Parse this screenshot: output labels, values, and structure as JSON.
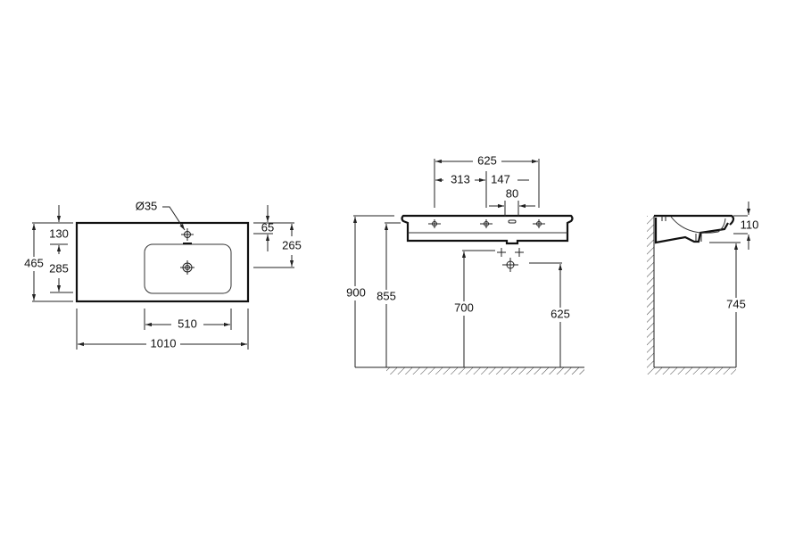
{
  "drawing": {
    "top_view": {
      "tap_hole": "Ø35",
      "dim_tap_from_back": "130",
      "dim_basin_depth": "285",
      "dim_total_depth": "465",
      "dim_tap_offset": "65",
      "dim_drain_offset": "265",
      "dim_basin_width": "510",
      "dim_total_width": "1010"
    },
    "front_view": {
      "dim_tap_span": "625",
      "dim_left_tap": "313",
      "dim_right_tap": "147",
      "dim_overflow": "80",
      "dim_rim_height": "900",
      "dim_underside_height": "855",
      "dim_waste_height": "700",
      "dim_supply_height": "625"
    },
    "side_view": {
      "dim_bowl_depth": "110",
      "dim_bottom_height": "745"
    }
  }
}
